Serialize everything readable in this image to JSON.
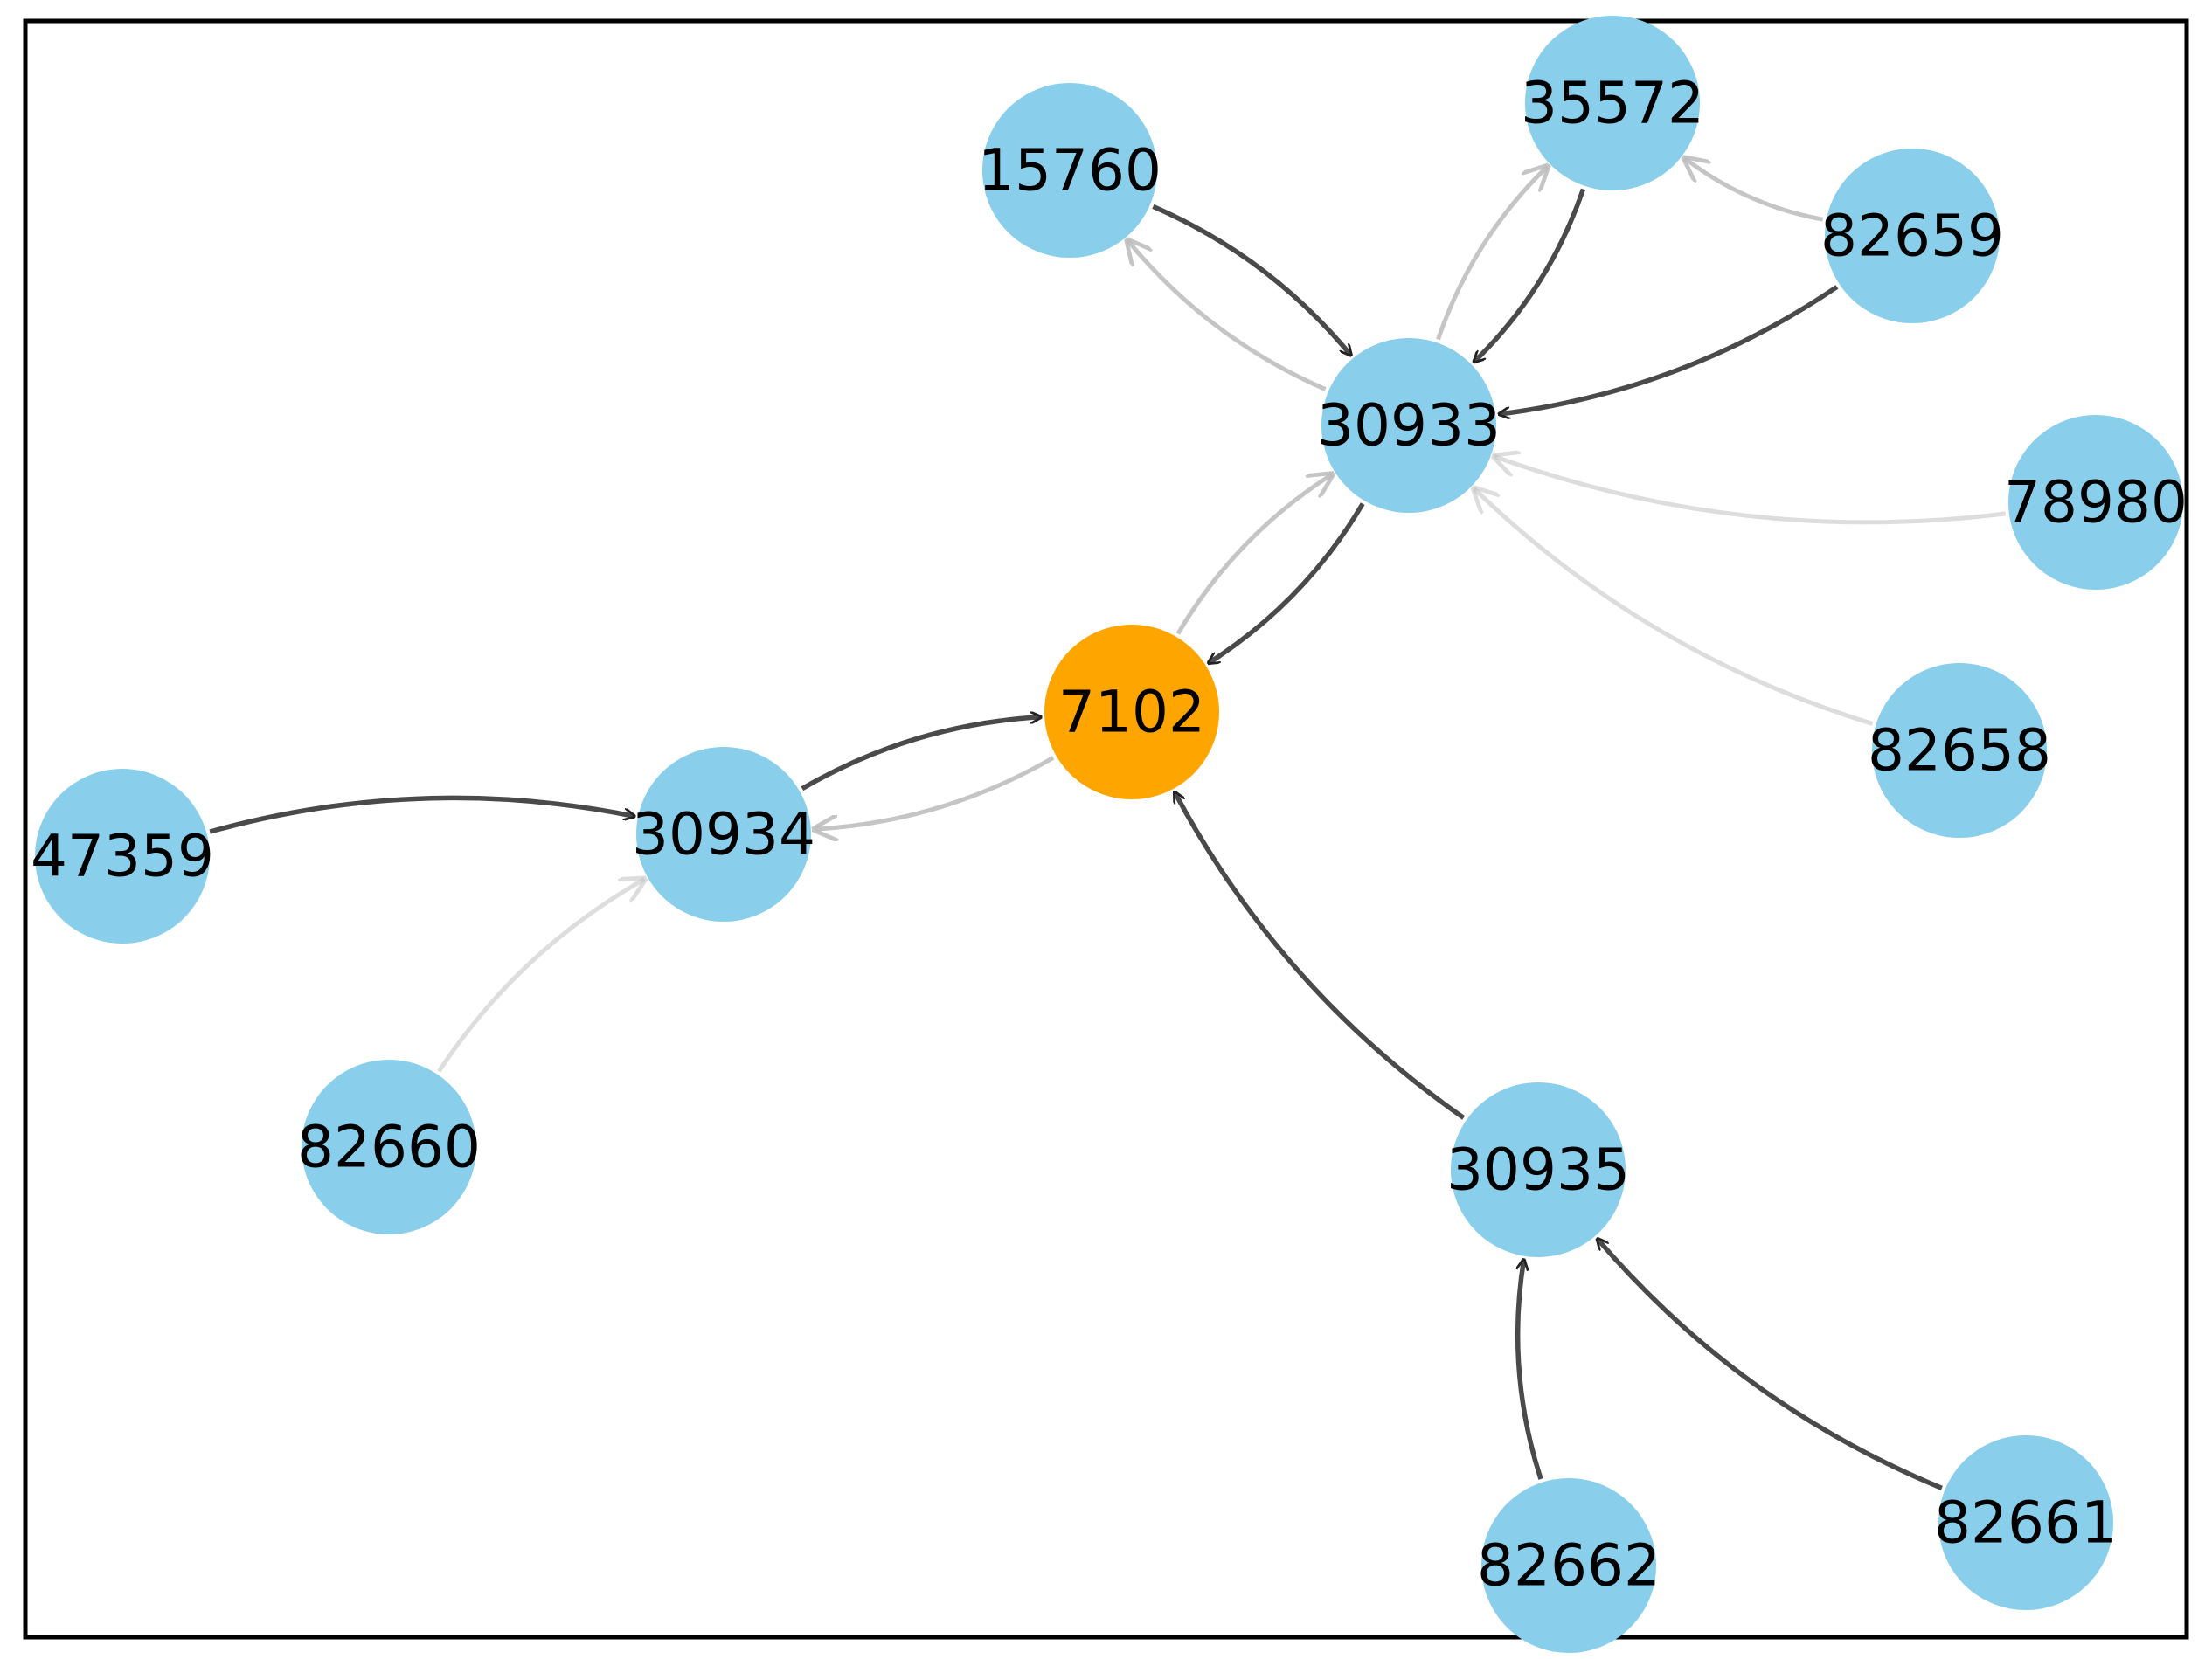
{
  "graph": {
    "colors": {
      "default_node": "#89CEEA",
      "highlight_node": "#FFA500",
      "edge_dark": "#222222",
      "edge_light": "#BBBBBB",
      "frame": "#000000",
      "label": "#000000"
    },
    "nodes": [
      {
        "id": "7102",
        "label": "7102",
        "highlight": true
      },
      {
        "id": "30933",
        "label": "30933",
        "highlight": false
      },
      {
        "id": "30934",
        "label": "30934",
        "highlight": false
      },
      {
        "id": "30935",
        "label": "30935",
        "highlight": false
      },
      {
        "id": "15760",
        "label": "15760",
        "highlight": false
      },
      {
        "id": "35572",
        "label": "35572",
        "highlight": false
      },
      {
        "id": "82659",
        "label": "82659",
        "highlight": false
      },
      {
        "id": "78980",
        "label": "78980",
        "highlight": false
      },
      {
        "id": "82658",
        "label": "82658",
        "highlight": false
      },
      {
        "id": "47359",
        "label": "47359",
        "highlight": false
      },
      {
        "id": "82660",
        "label": "82660",
        "highlight": false
      },
      {
        "id": "82662",
        "label": "82662",
        "highlight": false
      },
      {
        "id": "82661",
        "label": "82661",
        "highlight": false
      }
    ],
    "edges": [
      {
        "source": "30933",
        "target": "7102",
        "weight": "dark"
      },
      {
        "source": "7102",
        "target": "30933",
        "weight": "light"
      },
      {
        "source": "30934",
        "target": "7102",
        "weight": "dark"
      },
      {
        "source": "7102",
        "target": "30934",
        "weight": "light"
      },
      {
        "source": "30935",
        "target": "7102",
        "weight": "dark"
      },
      {
        "source": "15760",
        "target": "30933",
        "weight": "dark"
      },
      {
        "source": "30933",
        "target": "15760",
        "weight": "light"
      },
      {
        "source": "35572",
        "target": "30933",
        "weight": "dark"
      },
      {
        "source": "30933",
        "target": "35572",
        "weight": "light"
      },
      {
        "source": "82659",
        "target": "30933",
        "weight": "dark"
      },
      {
        "source": "82659",
        "target": "35572",
        "weight": "light"
      },
      {
        "source": "78980",
        "target": "30933",
        "weight": "faint"
      },
      {
        "source": "82658",
        "target": "30933",
        "weight": "faint"
      },
      {
        "source": "47359",
        "target": "30934",
        "weight": "dark"
      },
      {
        "source": "82660",
        "target": "30934",
        "weight": "faint"
      },
      {
        "source": "82662",
        "target": "30935",
        "weight": "dark"
      },
      {
        "source": "82661",
        "target": "30935",
        "weight": "dark"
      }
    ]
  }
}
